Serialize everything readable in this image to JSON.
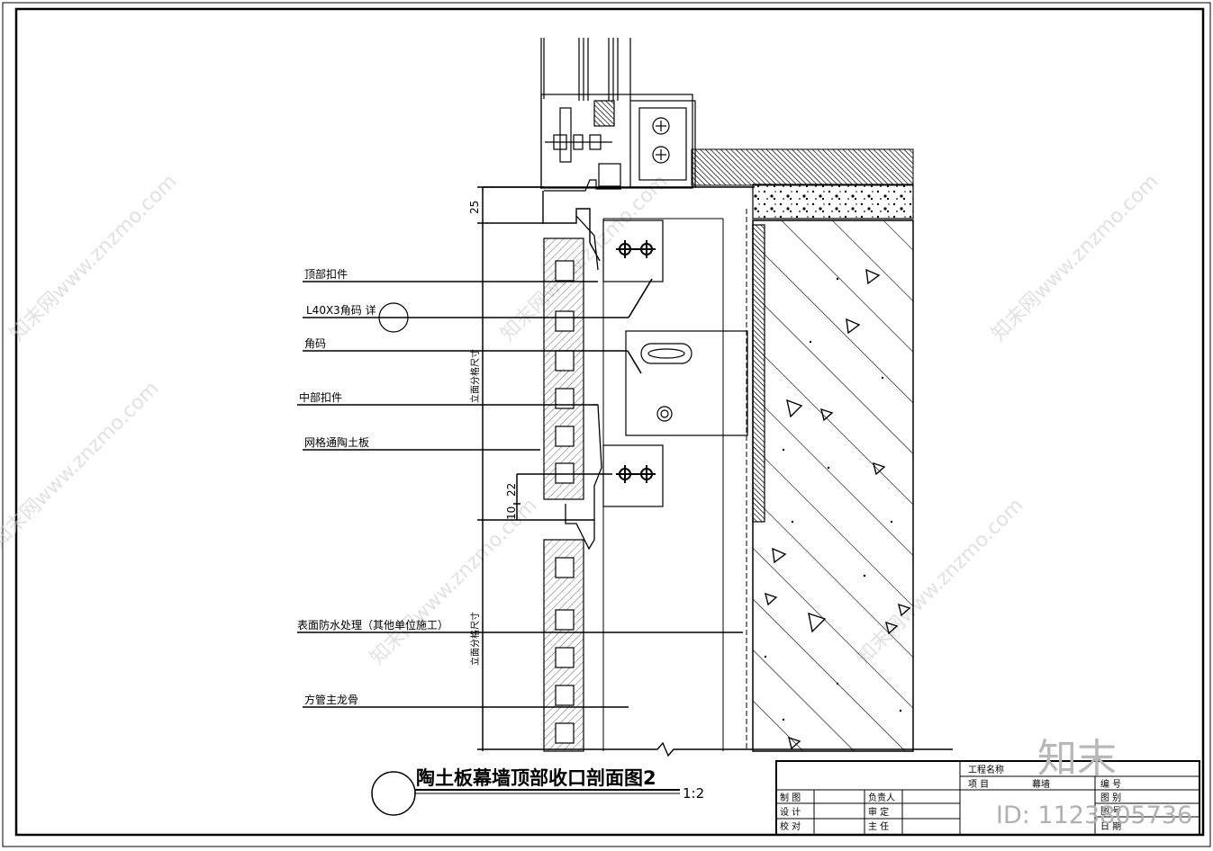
{
  "drawing": {
    "title": "陶土板幕墙顶部收口剖面图2",
    "scale": "1:2"
  },
  "callouts": [
    {
      "label": "顶部扣件"
    },
    {
      "label": "L40X3角码  详"
    },
    {
      "label": "角码"
    },
    {
      "label": "中部扣件"
    },
    {
      "label": "网格通陶土板"
    },
    {
      "label": "表面防水处理（其他单位施工）"
    },
    {
      "label": "方管主龙骨"
    }
  ],
  "dimensions": {
    "top": "25",
    "joint_a": "22",
    "joint_b": "10",
    "vertical_1": "立面分格尺寸",
    "vertical_2": "立面分格尺寸"
  },
  "title_block": {
    "project_name_label": "工程名称",
    "project_label": "项    目",
    "project_value": "幕墙",
    "number_label": "编    号",
    "drawing_type_label": "图    别",
    "drawing_no_label": "图    号",
    "date_label": "日    期",
    "drawn_label": "制    图",
    "design_label": "设    计",
    "check_label": "校    对",
    "responsible_label": "负责人",
    "review_label": "审    定",
    "director_label": "主    任"
  },
  "watermarks": {
    "site": "知末网www.znzmo.com",
    "logo": "知末",
    "image_id": "ID: 1123805736"
  }
}
